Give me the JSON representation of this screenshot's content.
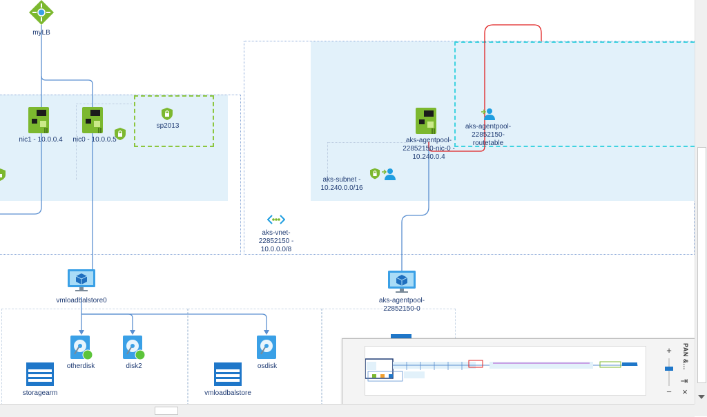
{
  "nodes": {
    "mylb": "myLB",
    "nic1": "nic1 - 10.0.0.4",
    "nic0": "nic0 - 10.0.0.5",
    "sp2013": "sp2013",
    "aks_nic": [
      "aks-agentpool-",
      "22852150-nic-0 -",
      "10.240.0.4"
    ],
    "aks_routetable": [
      "aks-agentpool-",
      "22852150-",
      "routetable"
    ],
    "aks_subnet": [
      "aks-subnet -",
      "10.240.0.0/16"
    ],
    "aks_vnet": [
      "aks-vnet-",
      "22852150 -",
      "10.0.0.0/8"
    ],
    "vmloadbalstore0": "vmloadbalstore0",
    "aks_vm": [
      "aks-agentpool-",
      "22852150-0"
    ],
    "otherdisk": "otherdisk",
    "disk2": "disk2",
    "osdisk": "osdisk",
    "storagearm": "storagearm",
    "vmloadbalstore": "vmloadbalstore"
  },
  "pan_panel": {
    "title": "PAN &...",
    "zoom_in": "+",
    "zoom_out": "−",
    "pin": "⇥",
    "close": "×"
  },
  "colors": {
    "accent": "#1f77c9",
    "zone_fill": "#e2f1fa",
    "nic_green": "#7cb82f",
    "red_link": "#e02020",
    "cyan_zone": "#3fd3e0",
    "wire": "#5a8fd0"
  }
}
